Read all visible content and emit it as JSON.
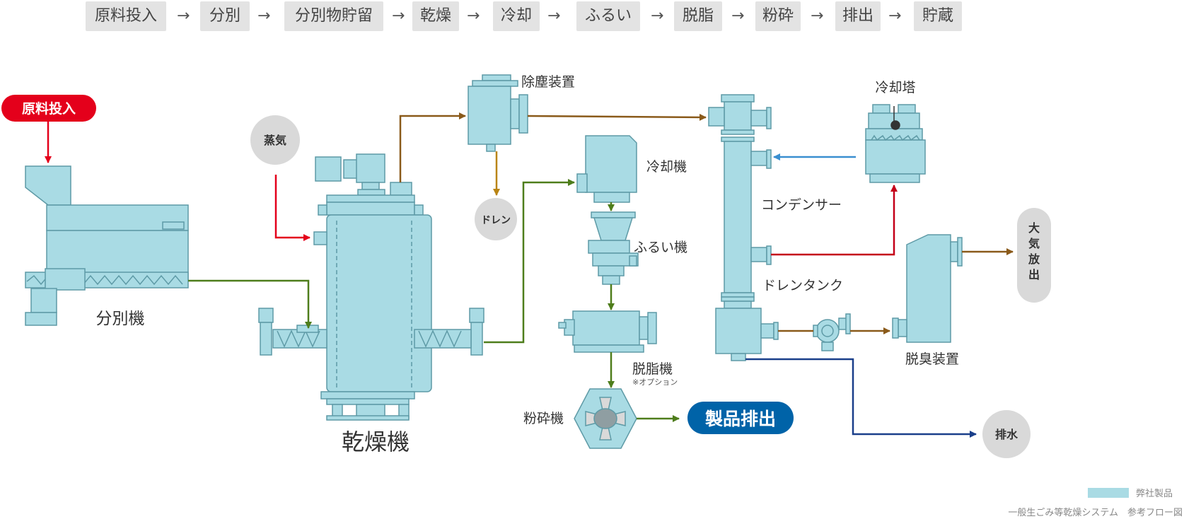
{
  "steps": [
    {
      "label": "原料投入"
    },
    {
      "label": "分別"
    },
    {
      "label": "分別物貯留"
    },
    {
      "label": "乾燥"
    },
    {
      "label": "冷却"
    },
    {
      "label": "ふるい"
    },
    {
      "label": "脱脂"
    },
    {
      "label": "粉砕"
    },
    {
      "label": "排出"
    },
    {
      "label": "貯蔵"
    }
  ],
  "step_separator": "→",
  "labels": {
    "raw_input": "原料投入",
    "steam": "蒸気",
    "sorter": "分別機",
    "dryer": "乾燥機",
    "dust_remover": "除塵装置",
    "drain": "ドレン",
    "cooler": "冷却機",
    "sieve": "ふるい機",
    "degreaser": "脱脂機",
    "option_note": "※オプション",
    "crusher": "粉砕機",
    "product_out": "製品排出",
    "condenser": "コンデンサー",
    "drain_tank": "ドレンタンク",
    "cooling_tower": "冷却塔",
    "deodorizer": "脱臭装置",
    "atmosphere": "大気放出",
    "wastewater": "排水"
  },
  "legend": {
    "label": "弊社製品",
    "color": "#a9dbe4"
  },
  "caption": "一般生ごみ等乾燥システム　参考フロー図",
  "colors": {
    "equipment_fill": "#a9dbe4",
    "equipment_stroke": "#5e9aa6",
    "raw_input_red": "#e4001b",
    "steam_red": "#e4001b",
    "product_blue": "#0063a8",
    "material_green": "#4e7d1b",
    "exhaust_brown": "#8a5a1a",
    "drain_gold": "#b98412",
    "cooling_water_blue": "#3a8fd0",
    "hot_water_red": "#c40019",
    "wastewater_navy": "#1a3f8a",
    "gray_circle": "#d9d9d9"
  }
}
